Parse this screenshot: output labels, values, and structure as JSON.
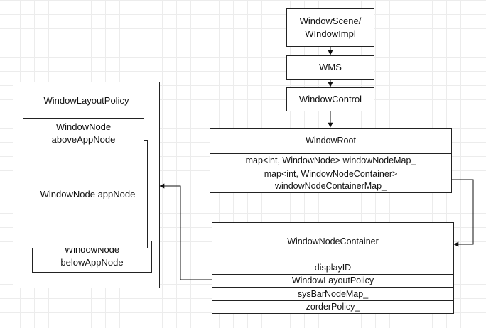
{
  "top_chain": {
    "scene": [
      "WindowScene/",
      "WIndowImpl"
    ],
    "wms": "WMS",
    "control": "WindowControl"
  },
  "window_root": {
    "title": "WindowRoot",
    "field1": "map<int, WindowNode> windowNodeMap_",
    "field2": [
      "map<int, WindowNodeContainer>",
      "windowNodeContainerMap_"
    ]
  },
  "container": {
    "title": "WindowNodeContainer",
    "fields": [
      "displayID",
      "WindowLayoutPolicy",
      "sysBarNodeMap_",
      "zorderPolicy_"
    ]
  },
  "layout_policy": {
    "title": "WindowLayoutPolicy",
    "above": [
      "WindowNode",
      "aboveAppNode"
    ],
    "app": "WindowNode appNode",
    "below": [
      "WindowNode",
      "belowAppNode"
    ]
  }
}
